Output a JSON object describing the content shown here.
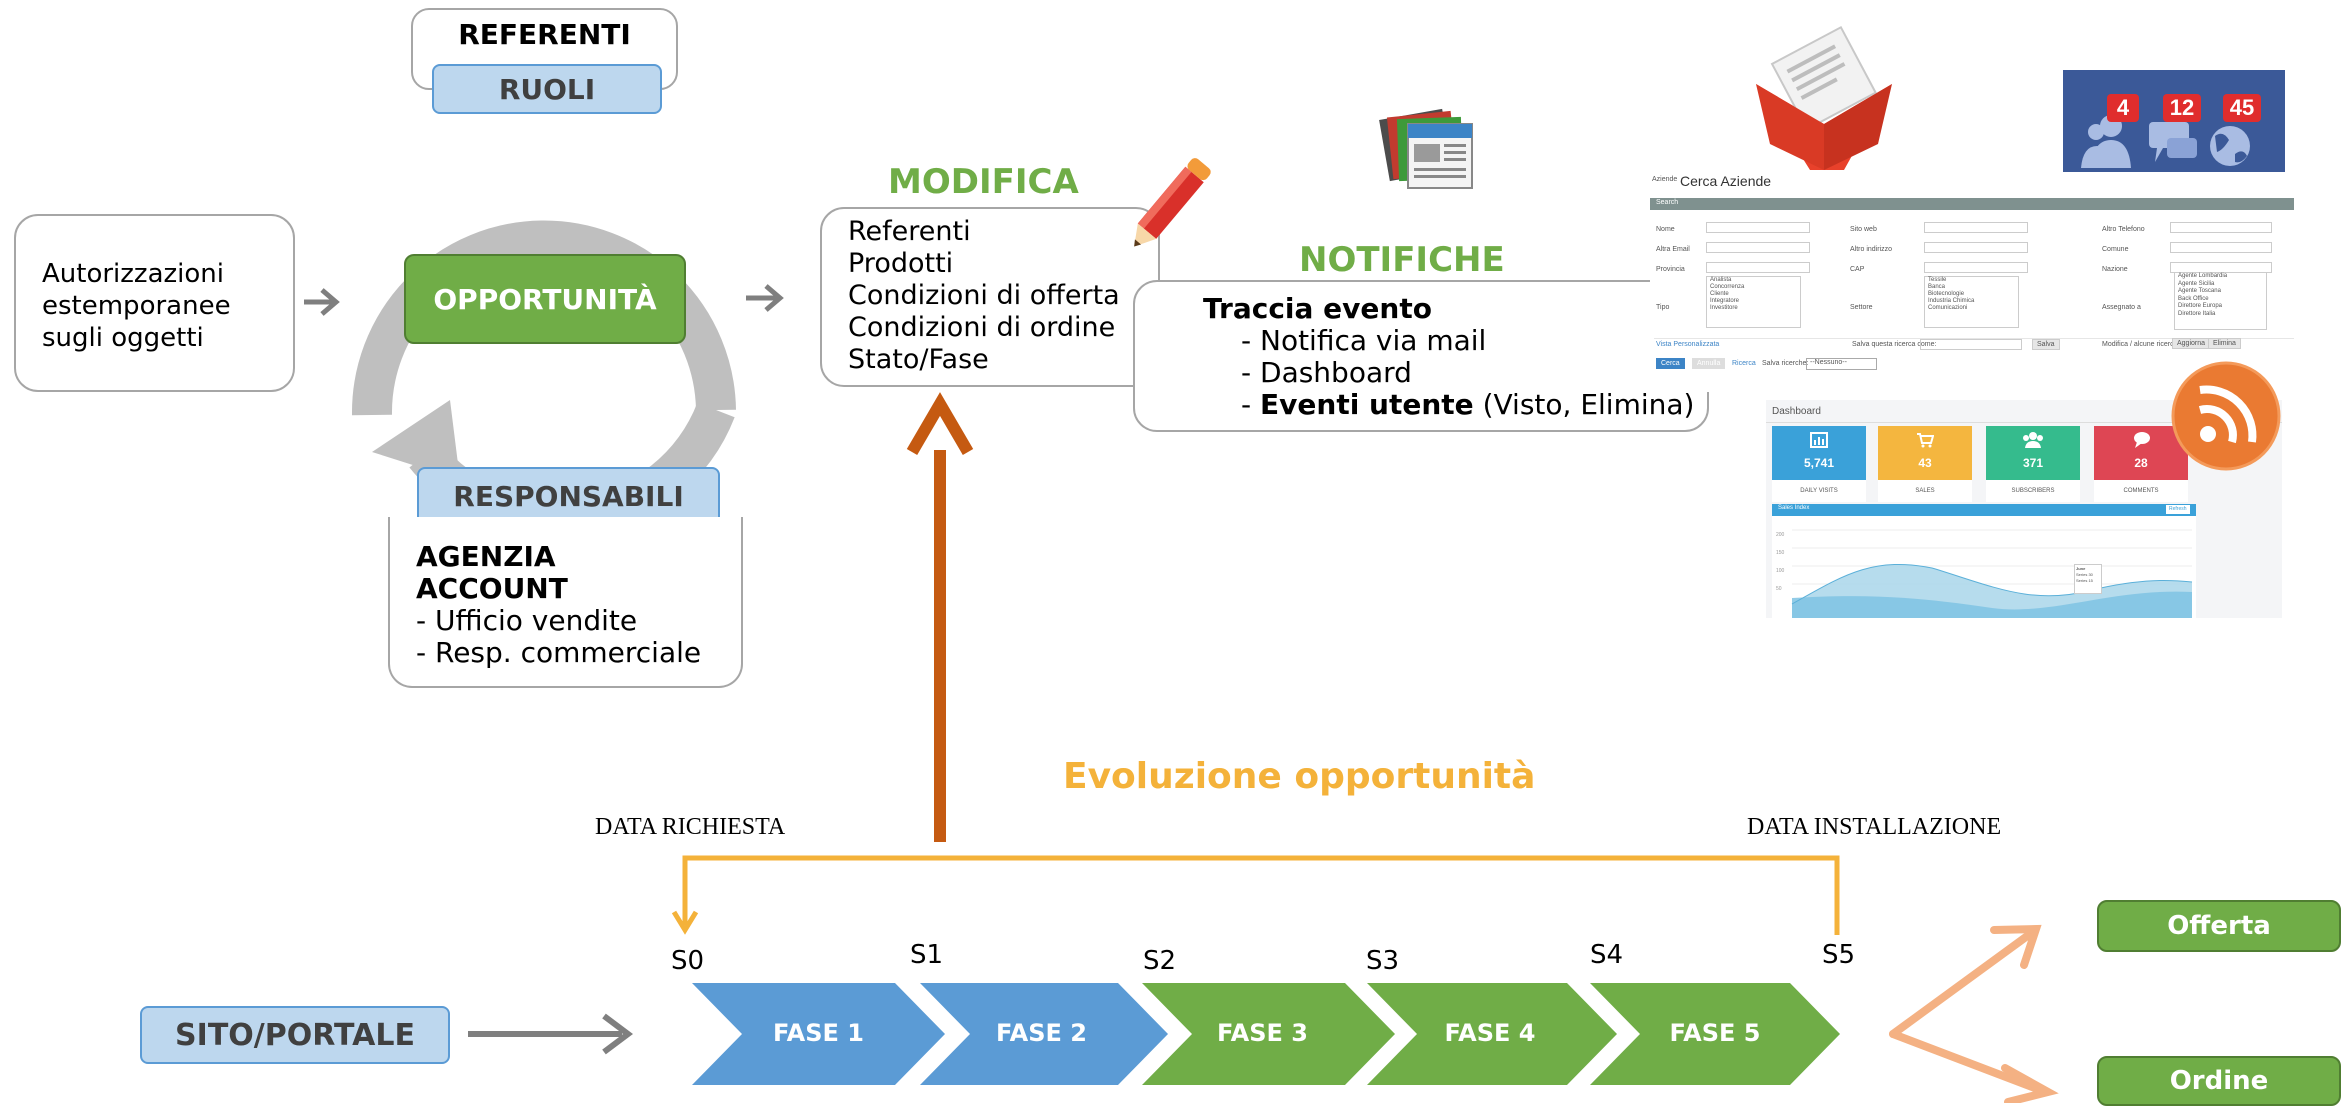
{
  "roles": {
    "referenti": "REFERENTI",
    "ruoli": "RUOLI",
    "opportunita": "OPPORTUNITÀ",
    "responsabili": "RESPONSABILI"
  },
  "autorizzazioni": [
    "Autorizzazioni",
    "estemporanee",
    "sugli oggetti"
  ],
  "agenzia": {
    "title_lines": [
      "AGENZIA",
      "ACCOUNT"
    ],
    "items": [
      "- Ufficio vendite",
      "- Resp. commerciale"
    ]
  },
  "modifica": {
    "title": "MODIFICA",
    "items": [
      "Referenti",
      "Prodotti",
      "Condizioni di offerta",
      "Condizioni di ordine",
      "Stato/Fase"
    ]
  },
  "notifiche": {
    "title": "NOTIFICHE",
    "header": "Traccia evento",
    "items": [
      "- Notifica via mail",
      "- Dashboard"
    ],
    "last_prefix": "- ",
    "last_bold": "Eventi utente",
    "last_rest": " (Visto, Elimina)"
  },
  "badges": [
    "4",
    "12",
    "45"
  ],
  "search_panel": {
    "prefix": "Aziende",
    "title": "Cerca Aziende",
    "bar": "Search",
    "fields_left": [
      "Nome",
      "Altra Email",
      "Provincia",
      "Tipo"
    ],
    "fields_mid": [
      "Sito web",
      "Altro indirizzo",
      "CAP",
      "Settore"
    ],
    "fields_right": [
      "Altro Telefono",
      "Comune",
      "Nazione",
      "Assegnato a"
    ],
    "tipo_options": [
      "Analista",
      "Concorrenza",
      "Cliente",
      "Integratore",
      "Investitore"
    ],
    "settore_options": [
      "Tessile",
      "Banca",
      "Biotecnologie",
      "Industria Chimica",
      "Comunicazioni"
    ],
    "assegnato_options": [
      "Agente Lombardia",
      "Agente Sicilia",
      "Agente Toscana",
      "Back Office",
      "Direttore Europa",
      "Direttore Italia"
    ],
    "vista": "Vista Personalizzata",
    "save_hint": "Salva questa ricerca come:",
    "save_btn": "Salva",
    "modify_hint": "Modifica / alcune ricerche",
    "update_btn": "Aggiorna",
    "delete_btn": "Elimina",
    "cerca_btn": "Cerca",
    "annulla_btn": "Annulla",
    "ricerca_link": "Ricerca",
    "saved_label": "Salva ricerche:",
    "saved_value": "--Nessuno--"
  },
  "dashboard": {
    "title": "Dashboard",
    "cards": [
      {
        "value": "5,741",
        "label": "DAILY VISITS",
        "color": "#3aa1d9"
      },
      {
        "value": "43",
        "label": "SALES",
        "color": "#f4b63f"
      },
      {
        "value": "371",
        "label": "SUBSCRIBERS",
        "color": "#35bb8d"
      },
      {
        "value": "28",
        "label": "COMMENTS",
        "color": "#de4654"
      }
    ],
    "chart_title": "Sales Index",
    "chart_button": "Refresh",
    "y_ticks": [
      "200",
      "150",
      "100",
      "50"
    ],
    "tooltip_title": "June",
    "tooltip_lines": [
      "Series 30",
      "Series 15"
    ]
  },
  "timeline": {
    "title": "Evoluzione opportunità",
    "start_label": "DATA RICHIESTA",
    "end_label": "DATA INSTALLAZIONE",
    "source": "SITO/PORTALE",
    "stages": [
      "S0",
      "S1",
      "S2",
      "S3",
      "S4",
      "S5"
    ],
    "phases": [
      {
        "label": "FASE 1",
        "color": "#5b9bd5"
      },
      {
        "label": "FASE 2",
        "color": "#5b9bd5"
      },
      {
        "label": "FASE 3",
        "color": "#70ad47"
      },
      {
        "label": "FASE 4",
        "color": "#70ad47"
      },
      {
        "label": "FASE 5",
        "color": "#70ad47"
      }
    ],
    "outputs": [
      "Offerta",
      "Ordine"
    ]
  },
  "colors": {
    "green": "#70ad47",
    "blue": "#5b9bd5",
    "orange_arrow": "#c55a11",
    "timeline_orange": "#f4b23a",
    "salmon_arrow": "#f4b183",
    "grey_cycle": "#bfbfbf"
  }
}
